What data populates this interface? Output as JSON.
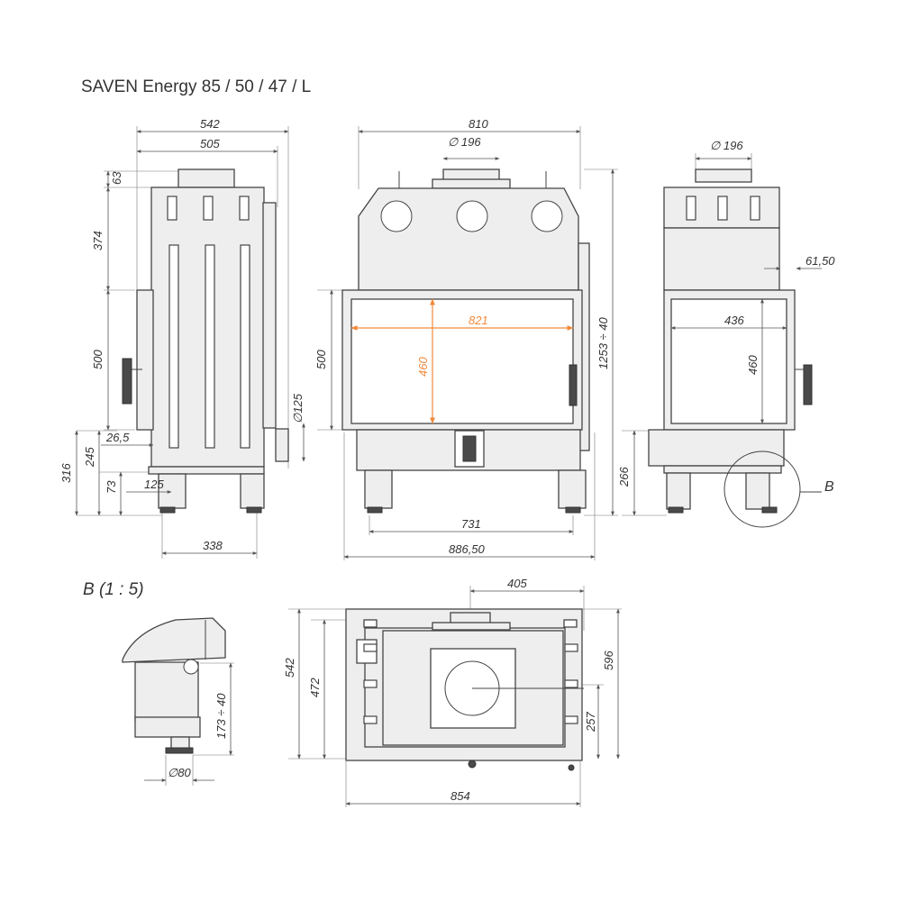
{
  "title": "SAVEN Energy 85 / 50 / 47 / L",
  "detail_title": "B (1 : 5)",
  "accent_color": "#f08a3c",
  "side_view": {
    "dims": {
      "width_total": "542",
      "width_inner": "505",
      "top_collar": "63",
      "upper": "374",
      "door": "500",
      "offset": "26,5",
      "lower": "245",
      "total_low": "316",
      "foot": "73",
      "foot_offset": "125",
      "duct": "∅125",
      "base": "338"
    }
  },
  "front_view": {
    "dims": {
      "width_total": "810",
      "flue": "∅ 196",
      "door_height": "500",
      "glass_width": "821",
      "glass_height": "460",
      "height_total": "1253 ÷ 40",
      "foot_span": "731",
      "base_width": "886,50"
    }
  },
  "end_view": {
    "dims": {
      "flue": "∅ 196",
      "offset": "61,50",
      "glass_width": "436",
      "glass_height": "460",
      "lower": "266",
      "detail_marker": "B"
    }
  },
  "detail_view": {
    "dims": {
      "height": "173 ÷ 40",
      "foot": "∅80"
    }
  },
  "top_view": {
    "dims": {
      "flue_offset": "405",
      "depth_total": "542",
      "depth_inner": "472",
      "right_depth": "596",
      "right_offset": "257",
      "width": "854"
    }
  }
}
